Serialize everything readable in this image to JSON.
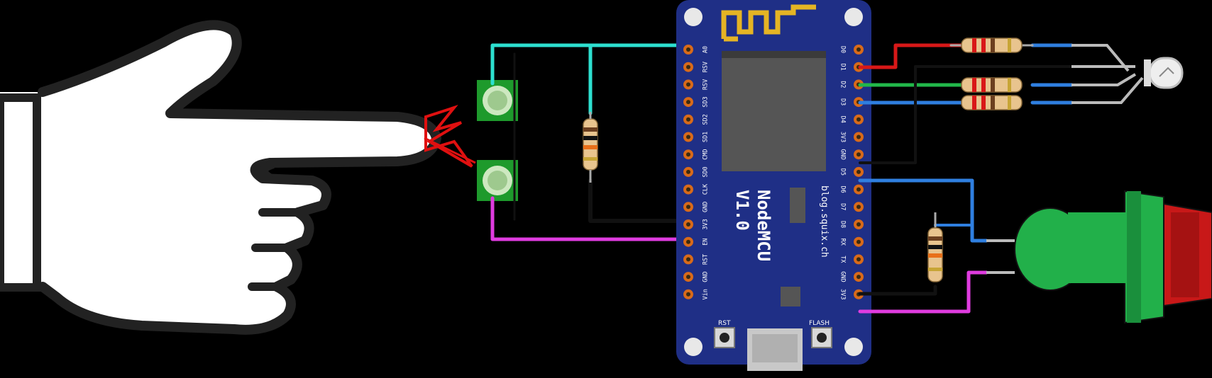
{
  "board": {
    "title": "NodeMCU",
    "version": "V1.0",
    "website": "blog.squix.ch",
    "rst_label": "RST",
    "flash_label": "FLASH",
    "left_pins": [
      "A0",
      "RSV",
      "RSV",
      "SD3",
      "SD2",
      "SD1",
      "CMD",
      "SD0",
      "CLK",
      "GND",
      "3V3",
      "EN",
      "RST",
      "GND",
      "Vin"
    ],
    "right_pins": [
      "D0",
      "D1",
      "D2",
      "D3",
      "D4",
      "3V3",
      "GND",
      "D5",
      "D6",
      "D7",
      "D8",
      "RX",
      "TX",
      "GND",
      "3V3"
    ]
  },
  "colors": {
    "board": "#1f2f86",
    "wire_cyan": "#2de0d0",
    "wire_magenta": "#e03ce0",
    "wire_red": "#d81818",
    "wire_green": "#22b84a",
    "wire_blue": "#2f7fe0",
    "wire_black": "#111111",
    "button_body": "#22b04a",
    "button_cap": "#c81818"
  },
  "icons": [
    "pointing-hand-icon",
    "wifi-antenna-icon",
    "rgb-led-icon",
    "push-button-icon"
  ]
}
